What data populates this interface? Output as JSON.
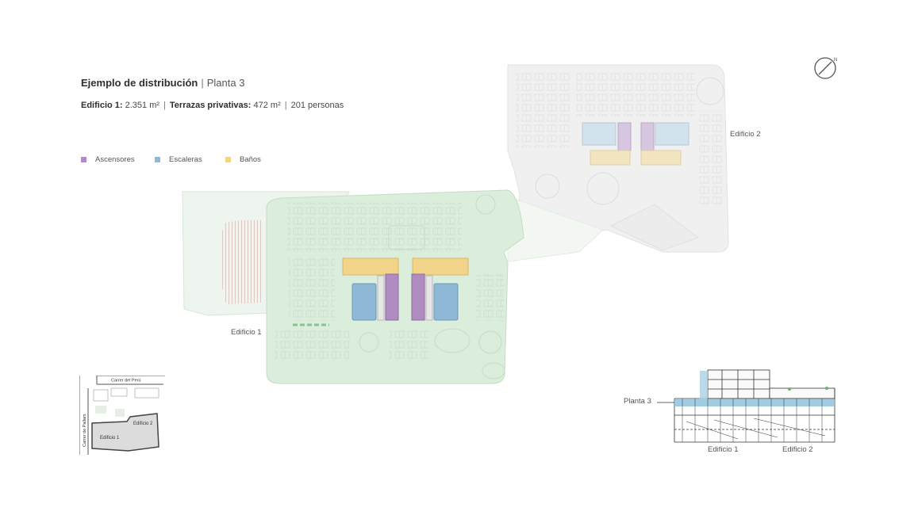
{
  "header": {
    "title": "Ejemplo de distribución",
    "separator": "|",
    "subtitle": "Planta 3"
  },
  "stats": {
    "building_label": "Edificio 1:",
    "building_value": "2.351 m²",
    "sep1": "|",
    "terraces_label": "Terrazas privativas:",
    "terraces_value": "472 m²",
    "sep2": "|",
    "people": "201 personas"
  },
  "legend": [
    {
      "label": "Ascensores",
      "color": "#b08cc0"
    },
    {
      "label": "Escaleras",
      "color": "#8fb8d6"
    },
    {
      "label": "Baños",
      "color": "#f2d48a"
    }
  ],
  "plan": {
    "building1_label": "Edificio 1",
    "building2_label": "Edificio 2"
  },
  "location_map": {
    "street_top": "Carrer del Perú",
    "street_left": "Carrer de Pallars",
    "building1": "Edificio 1",
    "building2": "Edificio 2"
  },
  "section": {
    "floor_label": "Planta 3",
    "building1": "Edificio 1",
    "building2": "Edificio 2"
  },
  "compass": {
    "icon": "compass-icon",
    "north": "N"
  }
}
